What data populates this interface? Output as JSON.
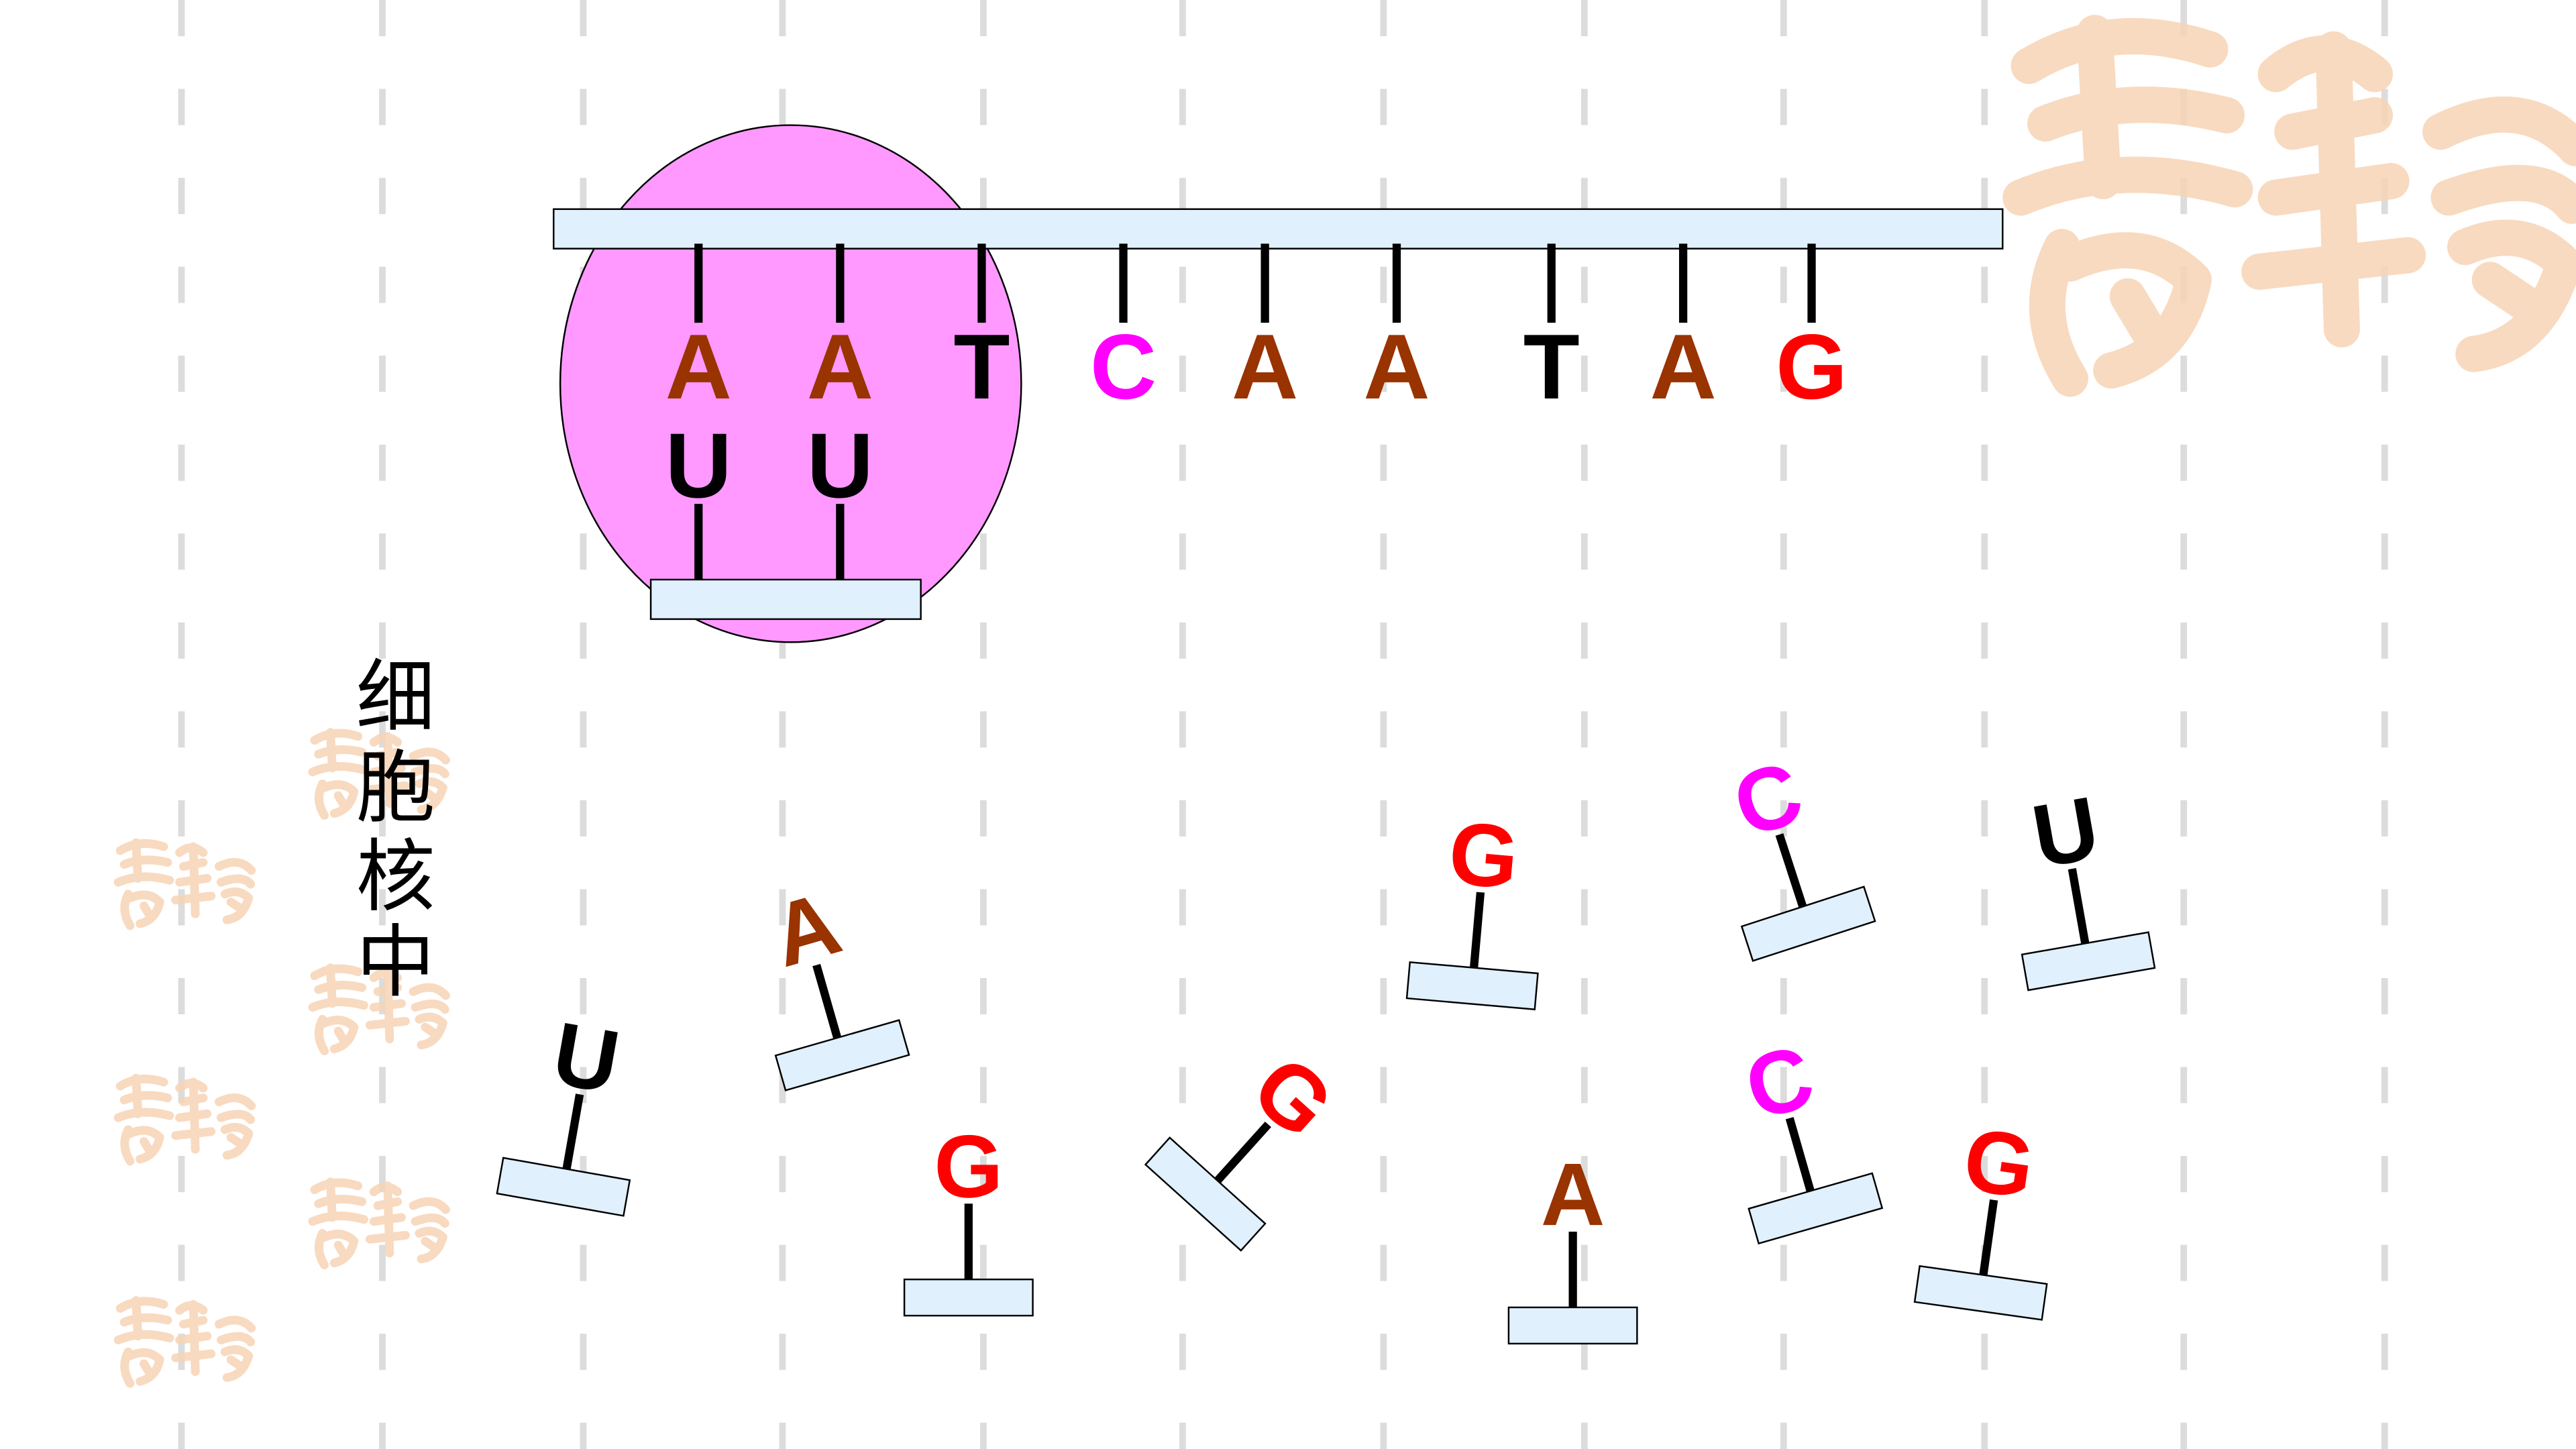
{
  "slide": {
    "location_label": [
      "细",
      "胞",
      "核",
      "中"
    ]
  },
  "colors": {
    "A": "#993300",
    "T": "#000000",
    "C": "#ff00ff",
    "G": "#ff0000",
    "U": "#000000",
    "polymerase": "#ff99ff",
    "strand_fill": "#e0f0fc",
    "stripe": "#dcdcdc",
    "seal": "#f7d4b5"
  },
  "dna_template": {
    "bases": [
      "A",
      "A",
      "T",
      "C",
      "A",
      "A",
      "T",
      "A",
      "G"
    ]
  },
  "rna_transcript": {
    "bases": [
      "U",
      "U"
    ]
  },
  "free_nucleotides": {
    "bases": [
      "U",
      "A",
      "G",
      "G",
      "G",
      "C",
      "U",
      "A",
      "C",
      "G"
    ]
  },
  "decorations": {
    "seal_icon": "ji-xiang-ru-yi-seal-icon",
    "polymerase_icon": "rna-polymerase-ellipse"
  }
}
